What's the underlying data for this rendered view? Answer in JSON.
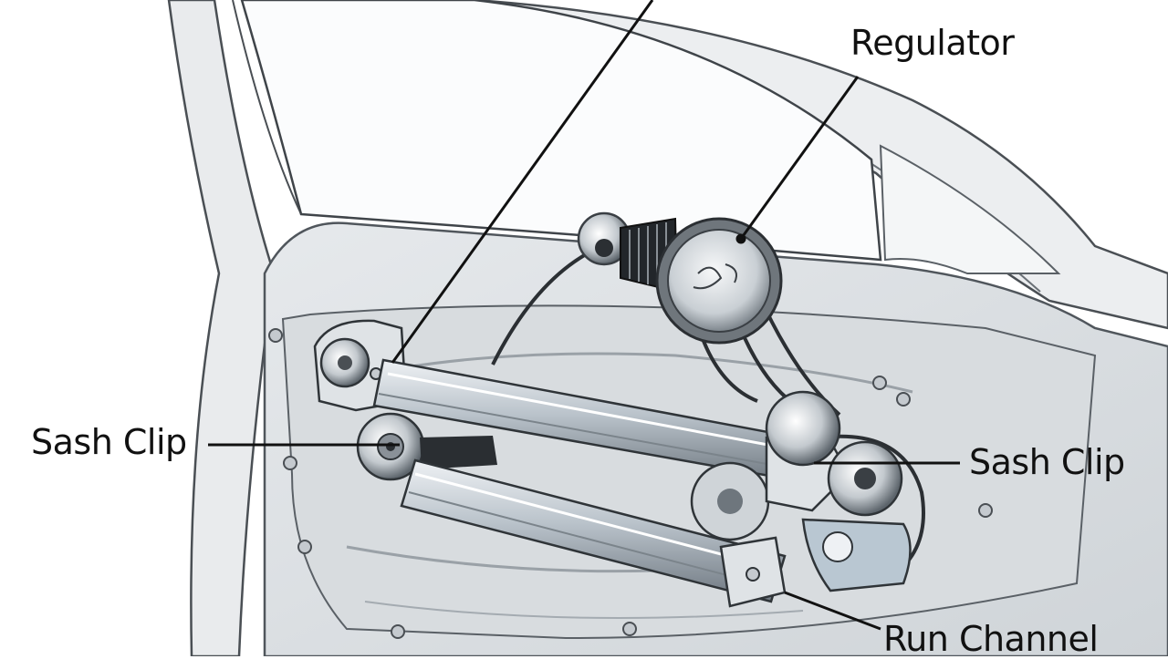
{
  "labels": {
    "regulator": "Regulator",
    "sash_clip_left": "Sash Clip",
    "sash_clip_right": "Sash Clip",
    "run_channel": "Run Channel"
  }
}
